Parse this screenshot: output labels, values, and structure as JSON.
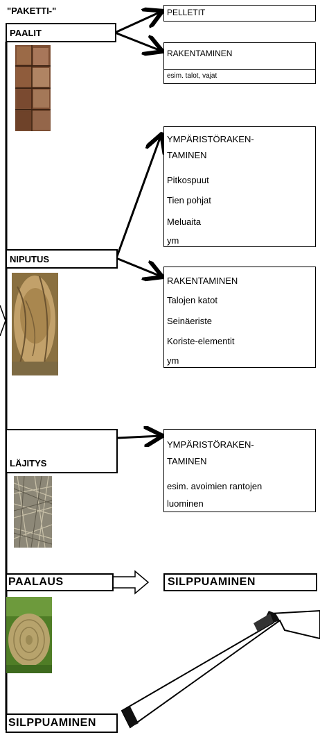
{
  "header": {
    "title": "\"PAKETTI-\""
  },
  "left_labels": {
    "paalit": "PAALIT",
    "niputus": "NIPUTUS",
    "lajitys": "LÄJITYS",
    "paalaus": "PAALAUS",
    "silppuaminen": "SILPPUAMINEN"
  },
  "right_boxes": {
    "pelletit": {
      "title": "PELLETIT"
    },
    "rakentaminen_1": {
      "title": "RAKENTAMINEN",
      "note": "esim. talot, vajat"
    },
    "ymparisto_1": {
      "title_line1": "YMPÄRISTÖRAKEN-",
      "title_line2": "TAMINEN",
      "items": [
        "Pitkospuut",
        "Tien pohjat",
        "Meluaita",
        "ym"
      ]
    },
    "rakentaminen_2": {
      "title": "RAKENTAMINEN",
      "items": [
        "Talojen katot",
        "Seinäeriste",
        "Koriste-elementit",
        "ym"
      ]
    },
    "ymparisto_2": {
      "title_line1": "YMPÄRISTÖRAKEN-",
      "title_line2": "TAMINEN",
      "line3": "esim. avoimien rantojen",
      "line4": "luominen"
    },
    "silppuaminen_right": {
      "title": "SILPPUAMINEN"
    }
  },
  "colors": {
    "bales_wood": "#8a5a3c",
    "bundle_reed": "#b89a66",
    "pile_straw": "#9a9482",
    "roundbale": "#b7a36c",
    "grass": "#5f8f2f"
  }
}
